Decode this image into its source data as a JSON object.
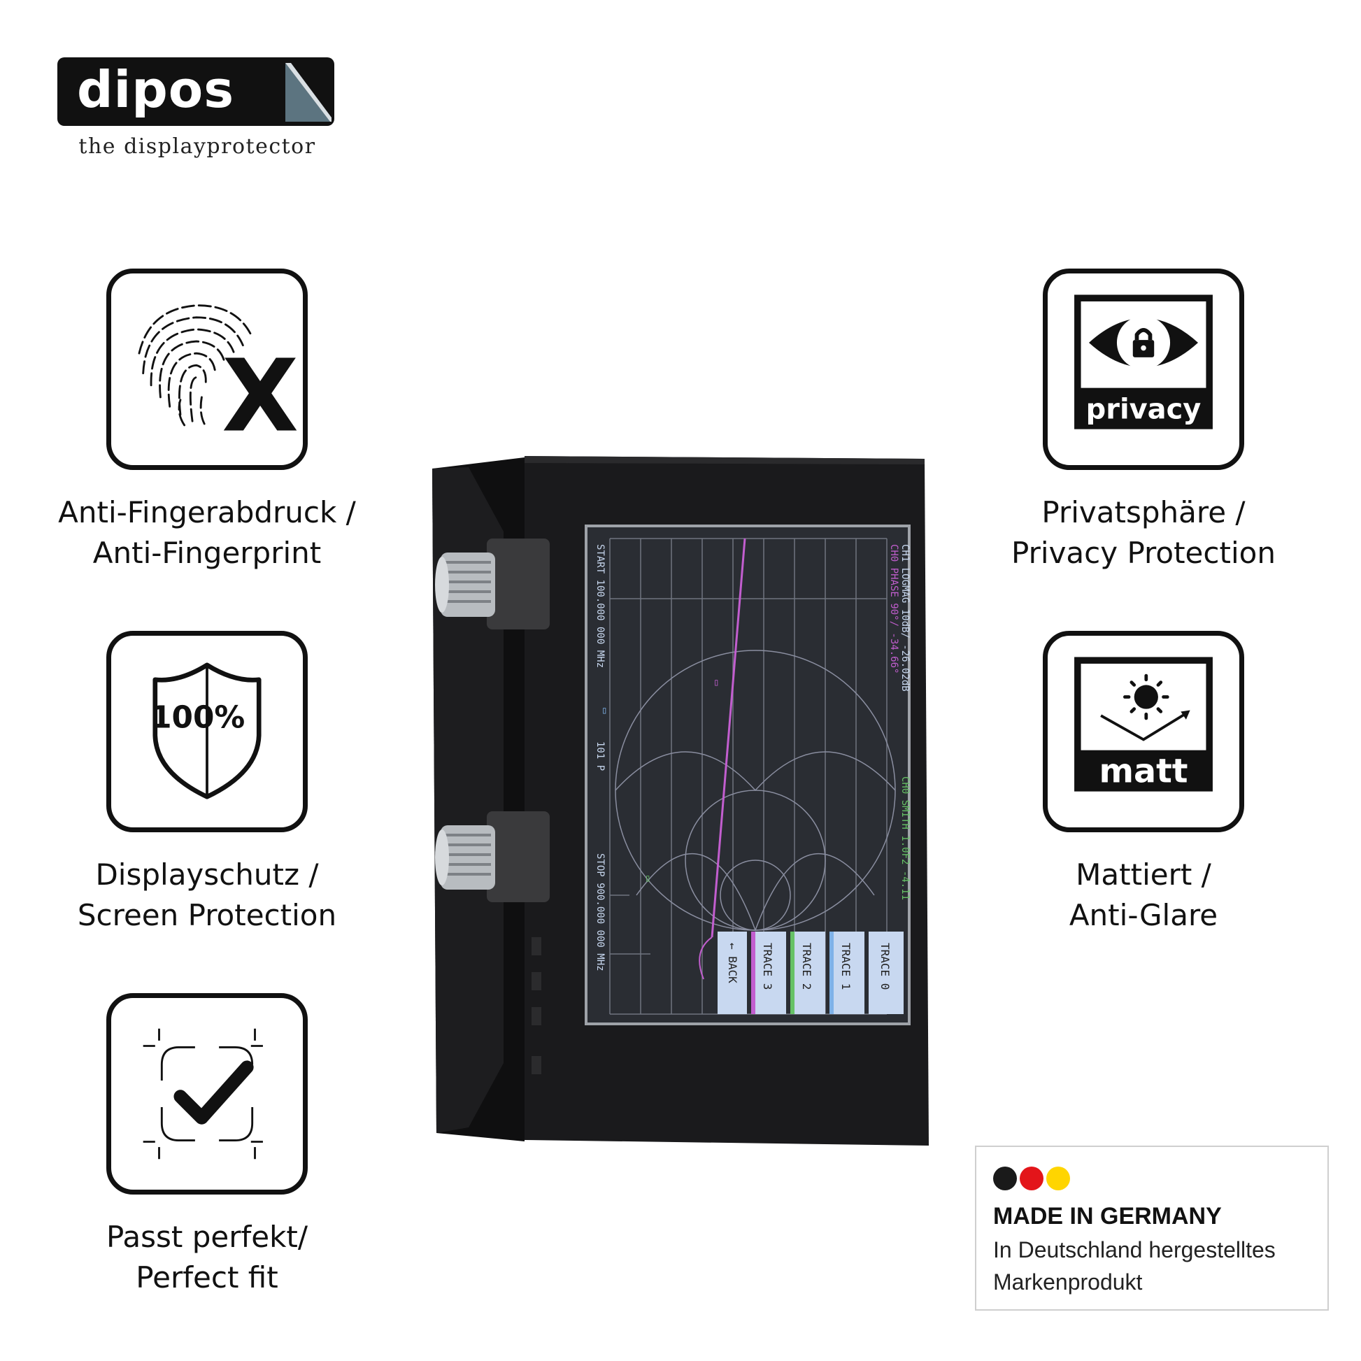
{
  "brand": {
    "name": "dipos",
    "tagline": "the displayprotector"
  },
  "features": {
    "anti_fingerprint": {
      "icon": "fingerprint-x-icon",
      "line1": "Anti-Fingerabdruck /",
      "line2": "Anti-Fingerprint"
    },
    "screen_protection": {
      "icon": "shield-100-icon",
      "badge": "100%",
      "line1": "Displayschutz /",
      "line2": "Screen Protection"
    },
    "perfect_fit": {
      "icon": "check-frame-icon",
      "line1": "Passt perfekt/",
      "line2": "Perfect fit"
    },
    "privacy": {
      "icon": "eye-lock-icon",
      "badge": "privacy",
      "line1": "Privatsphäre /",
      "line2": "Privacy Protection"
    },
    "matte": {
      "icon": "sun-reflection-icon",
      "badge": "matt",
      "line1": "Mattiert /",
      "line2": "Anti-Glare"
    }
  },
  "device": {
    "screen_buttons": [
      "TRACE 0",
      "TRACE 1",
      "TRACE 2",
      "TRACE 3",
      "← BACK"
    ],
    "screen_readouts": {
      "top_left": "CH1 LOGMAG 10dB/ -26.02dB",
      "top_left2": "CH0 PHASE 90°/ -34.66°",
      "start": "START 100.000 000 MHz",
      "points": "101 P",
      "stop": "STOP 900.000 000 MHz",
      "smith": "CH0 SMITH 1.0F2 -4.11"
    },
    "colors": {
      "body": "#1a1a1c",
      "screen": "#2a2d33",
      "grid": "#6f7480",
      "trace0": "#c8d8f0",
      "trace1": "#7fb2e8",
      "trace2": "#66c266",
      "trace3": "#c25ecf"
    }
  },
  "made_in": {
    "flag_colors": [
      "#1a1a1a",
      "#e3151a",
      "#ffd500"
    ],
    "title": "MADE IN GERMANY",
    "sub1": "In Deutschland hergestelltes",
    "sub2": "Markenprodukt"
  }
}
